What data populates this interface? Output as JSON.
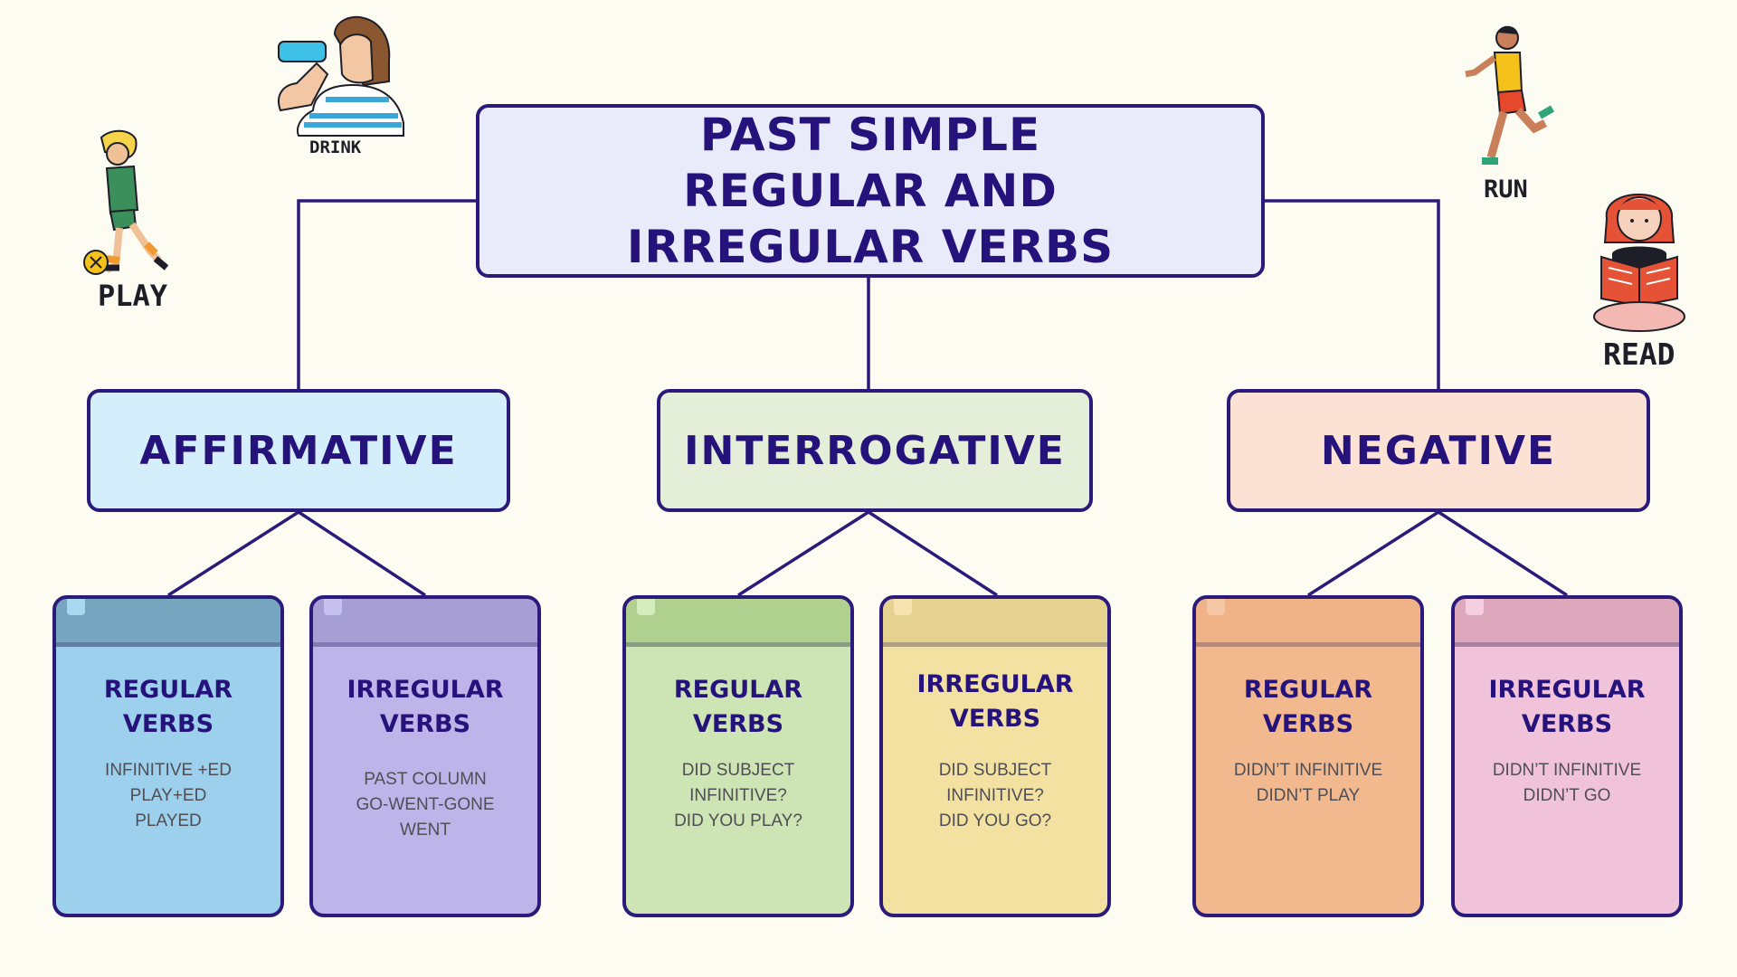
{
  "title": {
    "lines": [
      "PAST SIMPLE",
      "REGULAR AND",
      "IRREGULAR VERBS"
    ]
  },
  "categories": [
    {
      "label": "AFFIRMATIVE",
      "color": "#d4eefb",
      "cards": [
        {
          "title": [
            "REGULAR",
            "VERBS"
          ],
          "body": [
            "INFINITIVE +ED",
            "PLAY+ED",
            "PLAYED"
          ],
          "color": "#9dd0ec",
          "header_color": "#76a5c0",
          "tab_color": "#a8d8f0"
        },
        {
          "title": [
            "IRREGULAR",
            "VERBS"
          ],
          "body": [
            "PAST COLUMN",
            "GO-WENT-GONE",
            "WENT"
          ],
          "color": "#bdb5ea",
          "header_color": "#a79ed6",
          "tab_color": "#c6c0ee"
        }
      ]
    },
    {
      "label": "INTERROGATIVE",
      "color": "#e4eed8",
      "cards": [
        {
          "title": [
            "REGULAR",
            "VERBS"
          ],
          "body": [
            "DID SUBJECT",
            "INFINITIVE?",
            "DID YOU PLAY?"
          ],
          "color": "#cde4b4",
          "header_color": "#afd08f",
          "tab_color": "#d4ebbc"
        },
        {
          "title": [
            "IRREGULAR",
            "VERBS"
          ],
          "body": [
            "DID SUBJECT",
            "INFINITIVE?",
            "DID YOU GO?"
          ],
          "color": "#f3e1a2",
          "header_color": "#e6d290",
          "tab_color": "#f5e4b0"
        }
      ]
    },
    {
      "label": "NEGATIVE",
      "color": "#fbe2d4",
      "cards": [
        {
          "title": [
            "REGULAR",
            "VERBS"
          ],
          "body": [
            "DIDN’T INFINITIVE",
            "DIDN’T PLAY"
          ],
          "color": "#f2b98f",
          "header_color": "#f0b387",
          "tab_color": "#f5c6a4"
        },
        {
          "title": [
            "IRREGULAR",
            "VERBS"
          ],
          "body": [
            "DIDN’T INFINITIVE",
            "DIDN’T GO"
          ],
          "color": "#f1c3da",
          "header_color": "#dea8bc",
          "tab_color": "#f4cde0"
        }
      ]
    }
  ],
  "illustrations": {
    "drink": "DRINK",
    "play": "PLAY",
    "run": "RUN",
    "read": "READ"
  },
  "colors": {
    "border": "#2b1a7a",
    "text": "#25127a",
    "title_fill": "#e9ebfb",
    "background": "#fcfcf2"
  }
}
